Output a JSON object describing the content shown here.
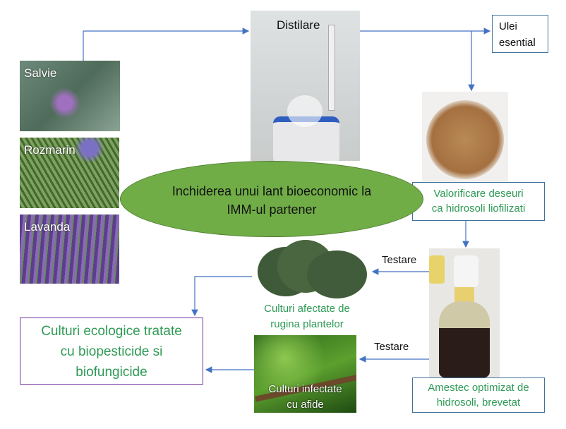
{
  "herbs": [
    {
      "label": "Salvie"
    },
    {
      "label": "Rozmarin"
    },
    {
      "label": "Lavanda"
    }
  ],
  "distillation": {
    "label": "Distilare"
  },
  "essential_oil": {
    "label_line1": "Ulei",
    "label_line2": "esential"
  },
  "center": {
    "line1": "Inchiderea unui lant bioeconomic la",
    "line2": "IMM-ul partener",
    "color": "#70ad47"
  },
  "waste": {
    "line1": "Valorificare deseuri",
    "line2": "ca hidrosoli liofilizati"
  },
  "mixture": {
    "line1": "Amestec optimizat de",
    "line2": "hidrosoli, brevetat"
  },
  "testing": [
    "Testare",
    "Testare"
  ],
  "rust": {
    "line1": "Culturi afectate de",
    "line2": "rugina plantelor"
  },
  "aphids": {
    "line1": "Culturi infectate",
    "line2": "cu afide"
  },
  "result": {
    "line1": "Culturi ecologice tratate",
    "line2": "cu biopesticide si",
    "line3": "biofungicide",
    "border_color": "#7030a0"
  },
  "colors": {
    "arrow": "#4472c4",
    "text_green": "#2e9a55"
  }
}
